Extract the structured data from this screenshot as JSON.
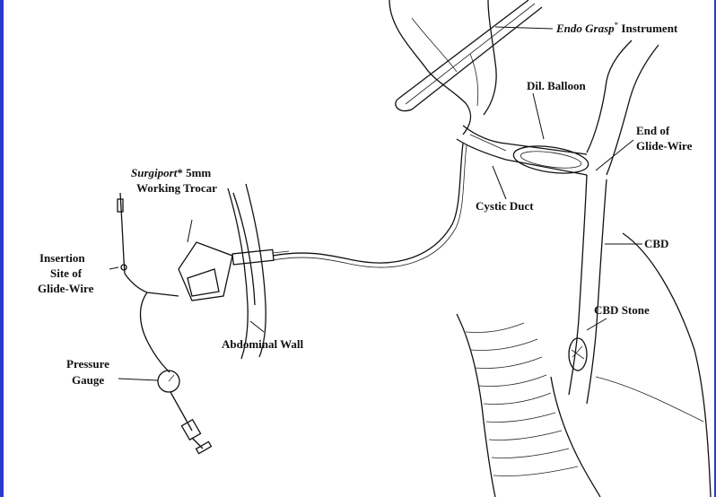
{
  "labels": {
    "endo_grasp_italic": "Endo Grasp",
    "endo_grasp_mark": "*",
    "endo_grasp_rest": " Instrument",
    "dil_balloon": "Dil. Balloon",
    "end_glide_1": "End of",
    "end_glide_2": "Glide-Wire",
    "cystic_duct": "Cystic Duct",
    "cbd": "CBD",
    "cbd_stone": "CBD Stone",
    "surgiport_italic": "Surgiport",
    "surgiport_rest": "* 5mm",
    "working_trocar": "Working Trocar",
    "insertion_1": "Insertion",
    "insertion_2": "Site of",
    "insertion_3": "Glide-Wire",
    "abdominal_wall": "Abdominal Wall",
    "pressure_1": "Pressure",
    "pressure_2": "Gauge"
  },
  "colors": {
    "frame": "#2a3cc8",
    "background": "#ffffff",
    "ink": "#111111"
  }
}
